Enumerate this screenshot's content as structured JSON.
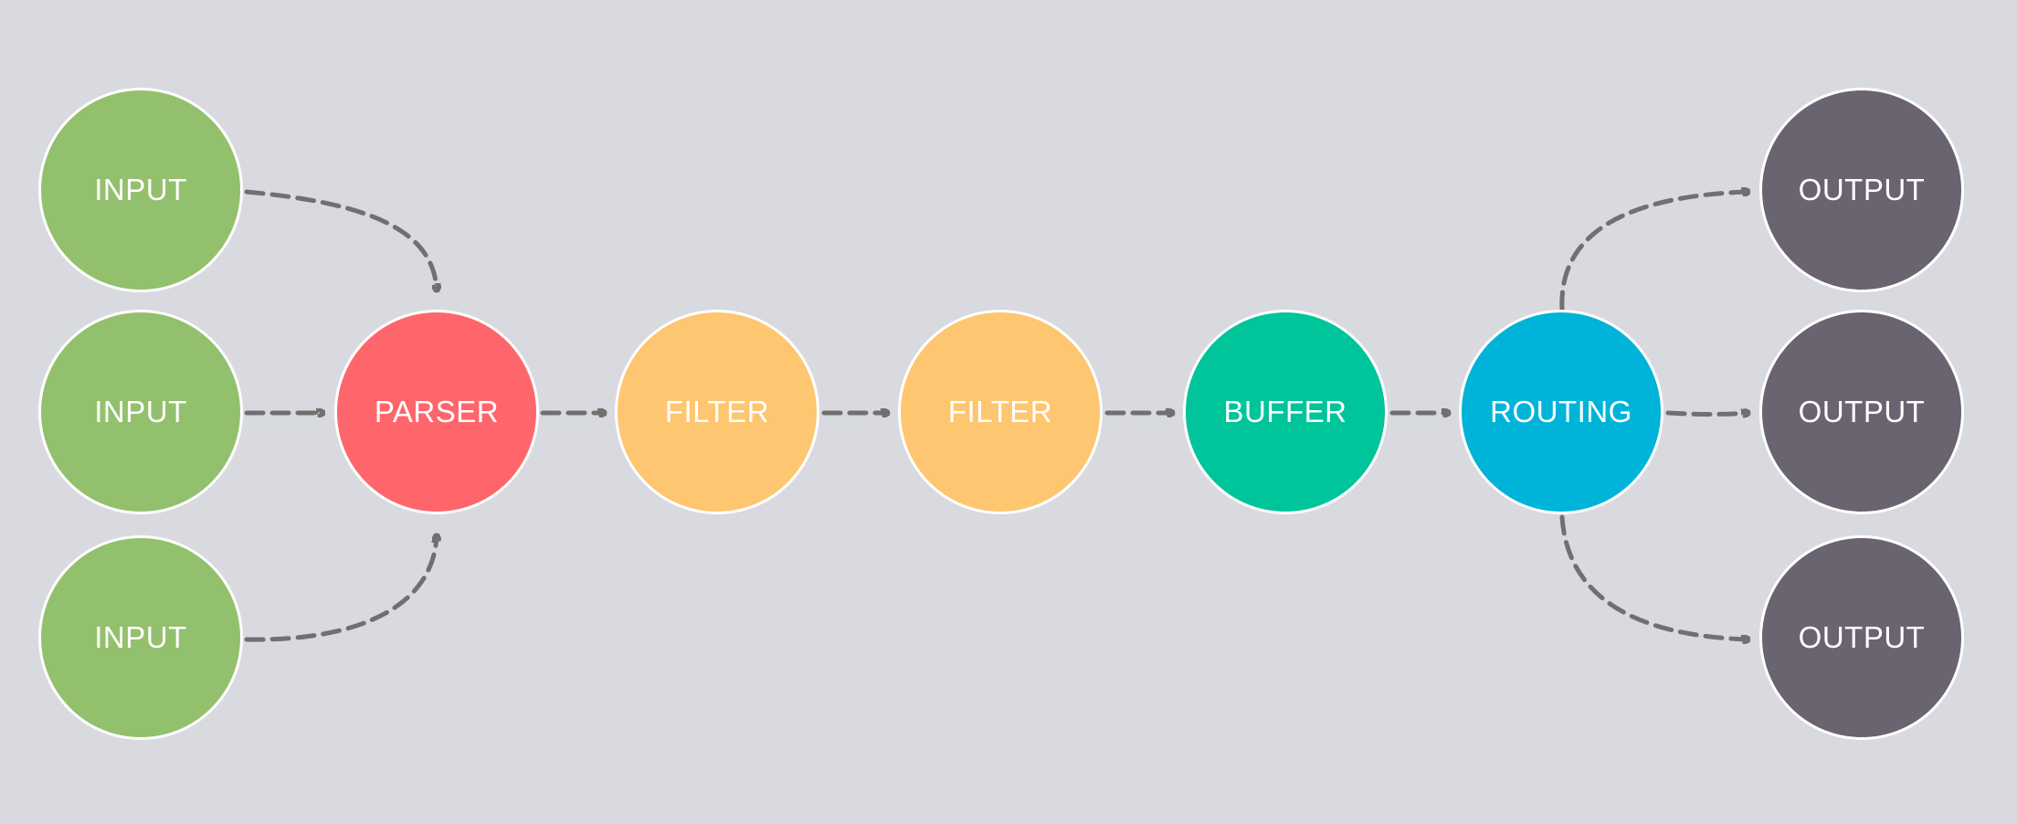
{
  "colors": {
    "background": "#d8dadf",
    "input": "#93c06d",
    "parser": "#ff666b",
    "filter": "#fec670",
    "buffer": "#00c49a",
    "routing": "#00b4d9",
    "output": "#69646f",
    "edge": "#707070",
    "node_border": "#ffffff",
    "label": "#ffffff"
  },
  "nodes": {
    "input_top": {
      "label": "INPUT",
      "kind": "input"
    },
    "input_middle": {
      "label": "INPUT",
      "kind": "input"
    },
    "input_bottom": {
      "label": "INPUT",
      "kind": "input"
    },
    "parser": {
      "label": "PARSER",
      "kind": "parser"
    },
    "filter_1": {
      "label": "FILTER",
      "kind": "filter"
    },
    "filter_2": {
      "label": "FILTER",
      "kind": "filter"
    },
    "buffer": {
      "label": "BUFFER",
      "kind": "buffer"
    },
    "routing": {
      "label": "ROUTING",
      "kind": "routing"
    },
    "output_top": {
      "label": "OUTPUT",
      "kind": "output"
    },
    "output_middle": {
      "label": "OUTPUT",
      "kind": "output"
    },
    "output_bottom": {
      "label": "OUTPUT",
      "kind": "output"
    }
  },
  "edges": [
    {
      "from": "input_top",
      "to": "parser"
    },
    {
      "from": "input_middle",
      "to": "parser"
    },
    {
      "from": "input_bottom",
      "to": "parser"
    },
    {
      "from": "parser",
      "to": "filter_1"
    },
    {
      "from": "filter_1",
      "to": "filter_2"
    },
    {
      "from": "filter_2",
      "to": "buffer"
    },
    {
      "from": "buffer",
      "to": "routing"
    },
    {
      "from": "routing",
      "to": "output_top"
    },
    {
      "from": "routing",
      "to": "output_middle"
    },
    {
      "from": "routing",
      "to": "output_bottom"
    }
  ]
}
